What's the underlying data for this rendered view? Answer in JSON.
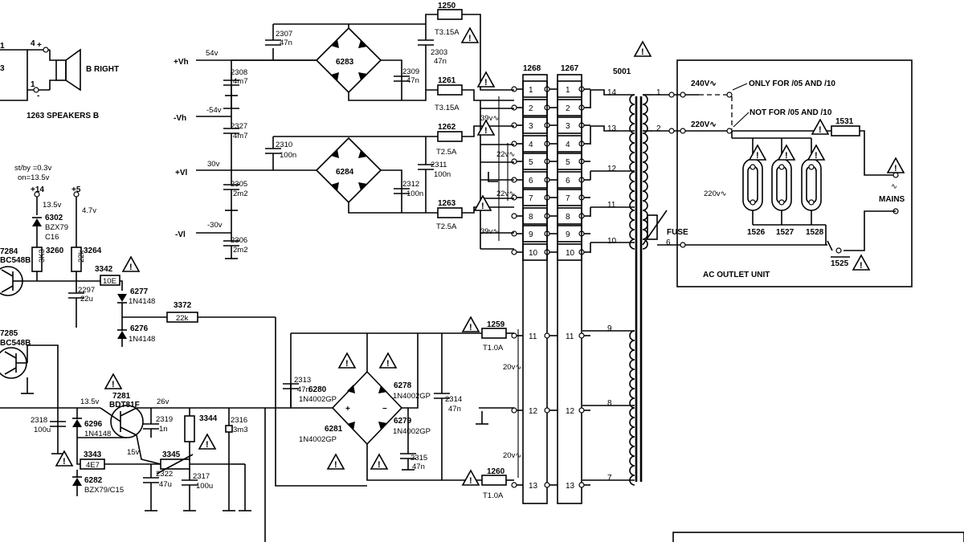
{
  "transformer": {
    "ref": "5001"
  },
  "connectors": {
    "c1268": {
      "ref": "1268",
      "pins": [
        "1",
        "2",
        "3",
        "4",
        "5",
        "6",
        "7",
        "8",
        "9",
        "10",
        "11",
        "12",
        "13"
      ]
    },
    "c1267": {
      "ref": "1267",
      "pins": [
        "1",
        "2",
        "3",
        "4",
        "5",
        "6",
        "7",
        "8",
        "9",
        "10",
        "11",
        "12",
        "13"
      ]
    }
  },
  "secondary_pins": [
    "14",
    "13",
    "12",
    "11",
    "10",
    "9",
    "8",
    "7"
  ],
  "primary_pins": [
    "1",
    "2",
    "6"
  ],
  "fuses": [
    {
      "ref": "1250",
      "value": "T3.15A"
    },
    {
      "ref": "1261",
      "value": "T3.15A"
    },
    {
      "ref": "1262",
      "value": "T2.5A"
    },
    {
      "ref": "1263",
      "value": "T2.5A"
    },
    {
      "ref": "1259",
      "value": "T1.0A"
    },
    {
      "ref": "1260",
      "value": "T1.0A"
    }
  ],
  "bridges": [
    {
      "ref": "6283"
    },
    {
      "ref": "6284"
    }
  ],
  "capacitors": [
    {
      "ref": "2307",
      "value": "47n"
    },
    {
      "ref": "2308",
      "value": "4m7"
    },
    {
      "ref": "2309",
      "value": "47n"
    },
    {
      "ref": "2303",
      "value": "47n"
    },
    {
      "ref": "2327",
      "value": "4m7"
    },
    {
      "ref": "2310",
      "value": "100n"
    },
    {
      "ref": "2311",
      "value": "100n"
    },
    {
      "ref": "2305",
      "value": "2m2"
    },
    {
      "ref": "2312",
      "value": "100n"
    },
    {
      "ref": "2306",
      "value": "2m2"
    },
    {
      "ref": "2313",
      "value": "47n"
    },
    {
      "ref": "2314",
      "value": "47n"
    },
    {
      "ref": "2315",
      "value": "47n"
    },
    {
      "ref": "2318",
      "value": "100u"
    },
    {
      "ref": "2319",
      "value": "1n"
    },
    {
      "ref": "2316",
      "value": "3m3"
    },
    {
      "ref": "2322",
      "value": "47u"
    },
    {
      "ref": "2317",
      "value": "100u"
    },
    {
      "ref": "2297",
      "value": "22u"
    }
  ],
  "rails": {
    "vh_pos": "+Vh",
    "vh_pos_v": "54v",
    "vh_neg": "-Vh",
    "vh_neg_v": "-54v",
    "vl_pos": "+Vl",
    "vl_pos_v": "30v",
    "vl_neg": "-Vl",
    "vl_neg_v": "-30v"
  },
  "winding_labels": {
    "v39a": "39v∿",
    "v22a": "22v∿",
    "v22b": "22v∿",
    "v39b": "39v∿",
    "v20a": "20v∿",
    "v20b": "20v∿"
  },
  "speakers": {
    "title": "1263 SPEAKERS B",
    "right": "B RIGHT",
    "pin4": "4",
    "pin1": "1",
    "plus": "+",
    "minus": "-",
    "left_top": "1",
    "left_mid": "3"
  },
  "standby": {
    "note1": "st/by =0.3v",
    "note2": "on=13.5v",
    "n14": "+14",
    "n5": "+5",
    "v135": "13.5v",
    "v47": "4.7v"
  },
  "semis": {
    "d6302": "6302",
    "d6302_type": "BZX79",
    "d6302_grade": "C16",
    "r3260": "3260",
    "r3264": "3264",
    "r3263_v": "3K3",
    "r3264_v": "22k",
    "t7284": "7284",
    "t7284_type": "BC548B",
    "r3342": "3342",
    "r3342_v": "10E",
    "d6277": "6277",
    "d6277_type": "1N4148",
    "r3372": "3372",
    "r3372_v": "22k",
    "d6276": "6276",
    "d6276_type": "1N4148",
    "t7285": "7285",
    "t7285_type": "BC548B",
    "t7281": "7281",
    "t7281_type": "BDT81F",
    "d6296": "6296",
    "d6296_type": "1N4148",
    "v135b": "13.5v",
    "v26": "26v",
    "v15": "15v",
    "r3343": "3343",
    "r3343_v": "4E7",
    "r3345": "3345",
    "r3344": "3344",
    "d6282": "6282",
    "d6282_type": "BZX79/C15",
    "d6280": "6280",
    "d6280_type": "1N4002GP",
    "d6278": "6278",
    "d6278_type": "1N4002GP",
    "d6281": "6281",
    "d6281_type": "1N4002GP",
    "d6279": "6279",
    "d6279_type": "1N4002GP"
  },
  "ac_unit": {
    "v240": "240V∿",
    "v220": "220V∿",
    "only": "ONLY FOR /05 AND /10",
    "not": "NOT FOR /05 AND /10",
    "f1531": "1531",
    "v220b": "220v∿",
    "mains": "MAINS",
    "ac": "∿",
    "fuse_label": "FUSE",
    "f1526": "1526",
    "f1527": "1527",
    "f1528": "1528",
    "f1525": "1525",
    "unit": "AC OUTLET UNIT",
    "warn_glyph": "!"
  }
}
